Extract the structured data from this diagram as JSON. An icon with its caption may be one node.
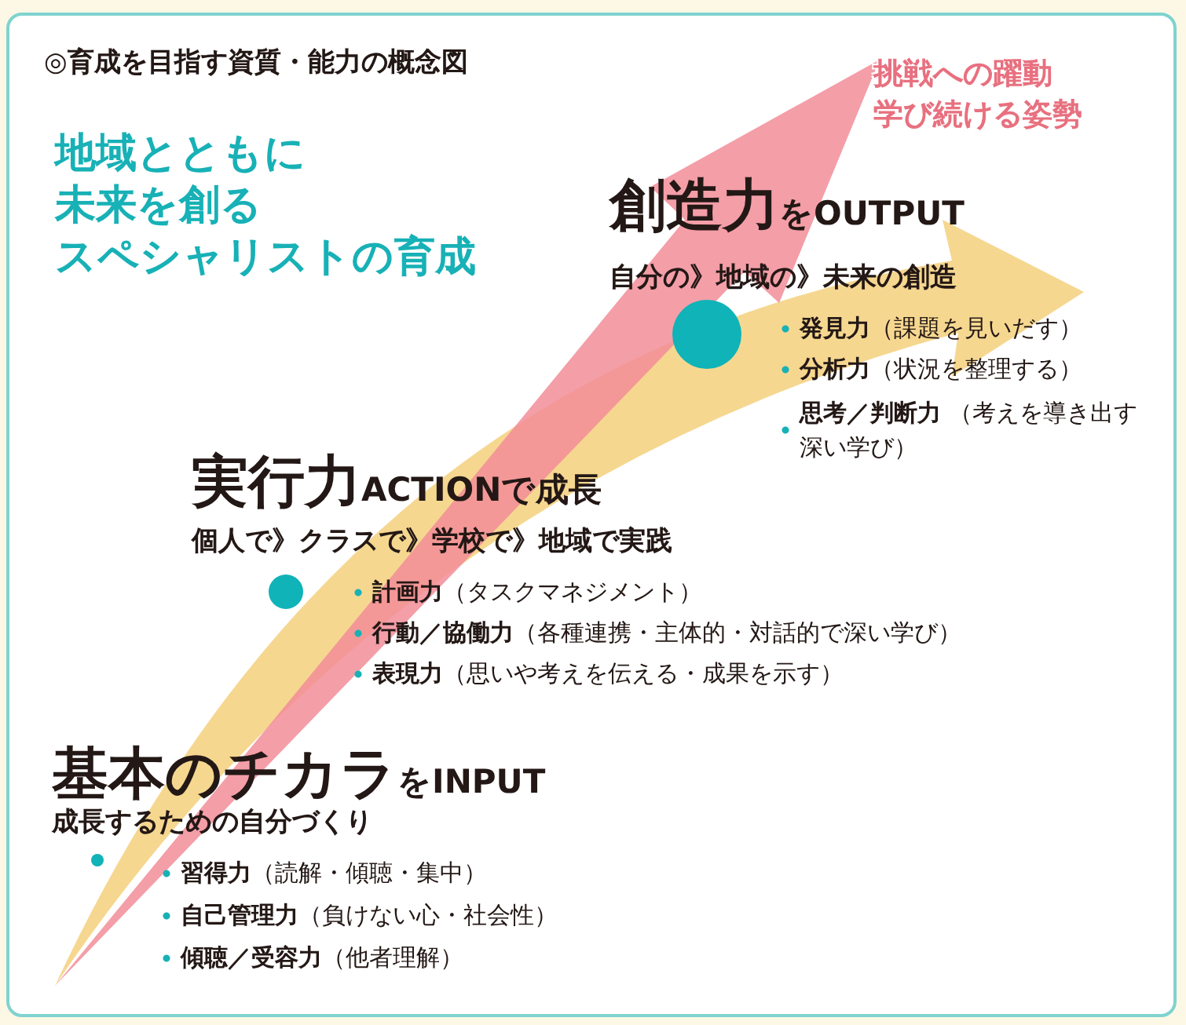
{
  "diagram": {
    "title": "◎育成を目指す資質・能力の概念図",
    "labels": [
      "地域とともに",
      "未来を創る",
      "スペシャリストの育成",
      "挑戦への躍動",
      "学び続ける姿勢",
      "**創造力**をOUTPUT",
      "自分の》地域の》未来の創造",
      "**発見力**（課題を見いだす）",
      "**分析力**（状況を整理する）",
      "**思考／判断力** （考えを導き出す深い学び）",
      "**実行力**ACTIONで成長",
      "個人で》クラスで》学校で》地域で実践",
      "**計画力**（タスクマネジメント）",
      "**行動／協働力**（各種連携・主体的・対話的で深い学び）",
      "**表現力**（思いや考えを伝える・成果を示す）",
      "**基本のチカラ**をINPUT",
      "成長するための自分づくり",
      "**習得力**（読解・傾聴・集中）",
      "**自己管理力**（負けない心・社会性）",
      "**傾聴／受容力**（他者理解）"
    ]
  }
}
